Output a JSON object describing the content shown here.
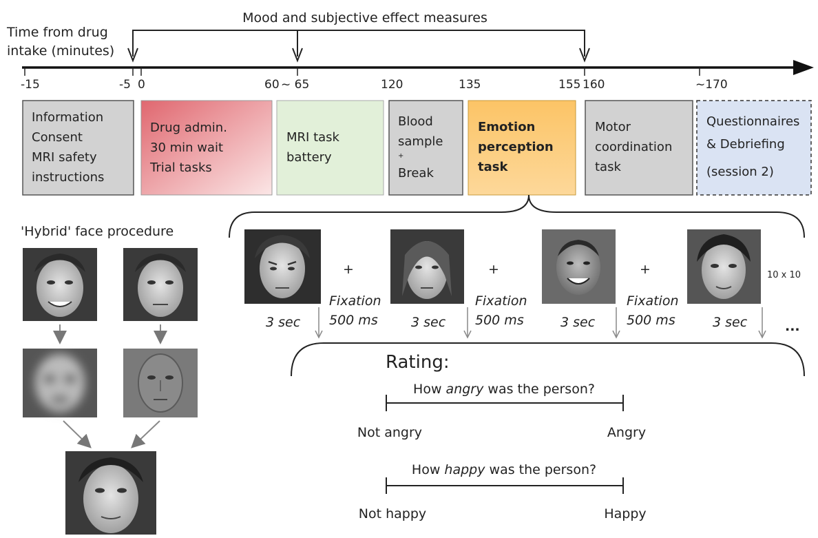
{
  "header": {
    "measures_label": "Mood and subjective effect measures",
    "time_label_line1": "Time from drug",
    "time_label_line2": "intake (minutes)"
  },
  "ticks": {
    "t_m15": "-15",
    "t_m5": "-5",
    "t_0": "0",
    "t_60": "60",
    "t_65": "~ 65",
    "t_120": "120",
    "t_135": "135",
    "t_155": "155",
    "t_160": "160",
    "t_170": "~170"
  },
  "boxes": {
    "info": {
      "line1": "Information",
      "line2": "Consent",
      "line3": "MRI safety",
      "line4": "instructions"
    },
    "drug": {
      "line1": "Drug admin.",
      "line2": "30 min wait",
      "line3": "Trial tasks"
    },
    "mri": {
      "line1": "MRI task",
      "line2": "battery"
    },
    "blood": {
      "line1": "Blood",
      "line2": "sample",
      "line3": "Break",
      "plus": "+"
    },
    "emotion": {
      "line1": "Emotion",
      "line2": "perception",
      "line3": "task"
    },
    "motor": {
      "line1": "Motor",
      "line2": "coordination",
      "line3": "task"
    },
    "quest": {
      "line1": "Questionnaires",
      "line2": "& Debriefing",
      "line3": "(session 2)"
    }
  },
  "hybrid": {
    "title": "'Hybrid' face procedure"
  },
  "sequence": {
    "fixation_plus": "+",
    "fixation_label": "Fixation",
    "fixation_duration": "500 ms",
    "face_duration": "3 sec",
    "repeat": "10 x 10",
    "ellipsis": "..."
  },
  "rating": {
    "title": "Rating:",
    "q1_pre": "How ",
    "q1_em": "angry",
    "q1_post": " was the person?",
    "q1_left": "Not angry",
    "q1_right": "Angry",
    "q2_pre": "How ",
    "q2_em": "happy",
    "q2_post": " was the person?",
    "q2_left": "Not happy",
    "q2_right": "Happy"
  },
  "colors": {
    "grey_box": "#d2d2d2",
    "drug_box_start": "#e06a72",
    "drug_box_end": "#fbe3e3",
    "mri_box": "#e2f0d9",
    "emotion_box": "#fcc46a",
    "quest_box": "#dae3f3"
  }
}
